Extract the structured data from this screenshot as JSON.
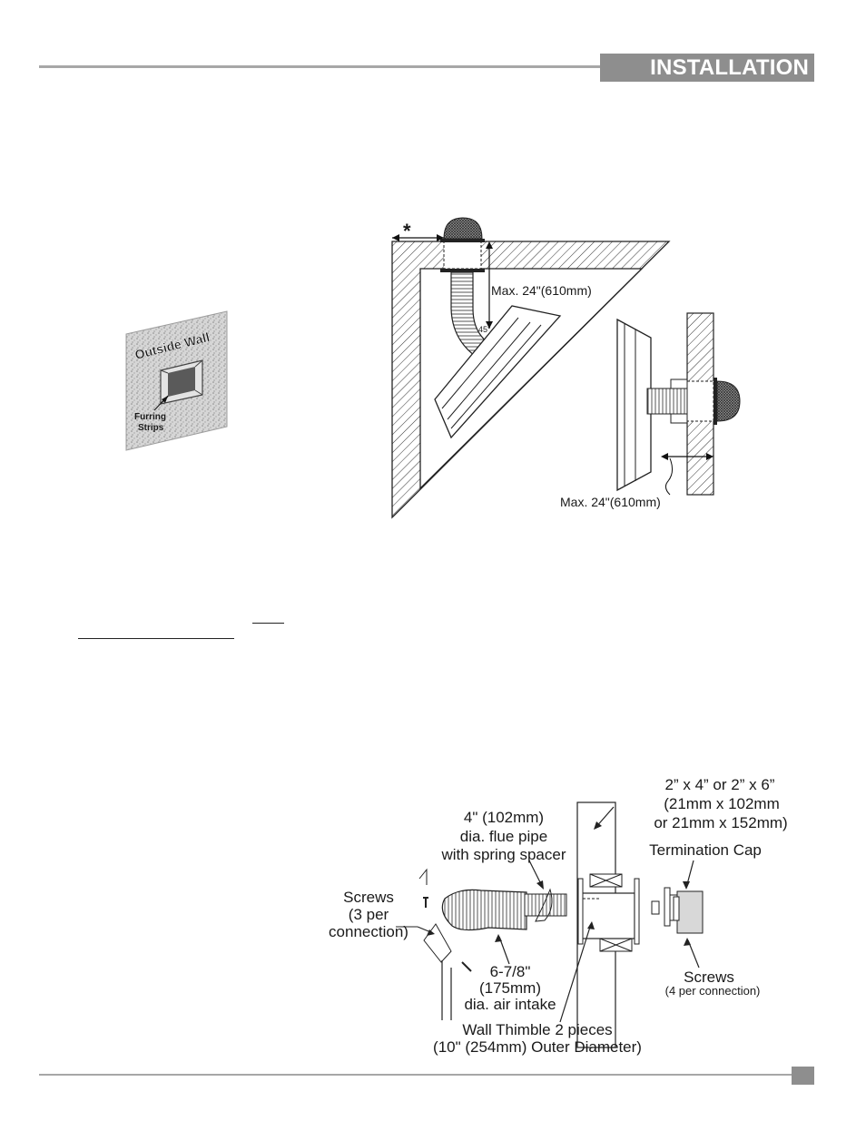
{
  "header": {
    "section_title": "INSTALLATION"
  },
  "outside_wall_figure": {
    "wall_label": "Outside Wall",
    "furring_label_line1": "Furring",
    "furring_label_line2": "Strips"
  },
  "vent_figure": {
    "clearance_marker": "*",
    "corner_max_label": "Max. 24\"(610mm)",
    "angle_label": "45°",
    "rear_max_label": "Max. 24\"(610mm)"
  },
  "exploded_figure": {
    "lumber_line1": "2” x 4” or 2” x 6”",
    "lumber_line2": "(21mm x 102mm",
    "lumber_line3": "or 21mm x 152mm)",
    "flue_line1": "4\" (102mm)",
    "flue_line2": "dia. flue pipe",
    "flue_line3": "with spring spacer",
    "termination_cap": "Termination Cap",
    "screws_left_line1": "Screws",
    "screws_left_line2": "(3 per",
    "screws_left_line3": "connection)",
    "intake_line1": "6-7/8\"",
    "intake_line2": "(175mm)",
    "intake_line3": "dia. air intake",
    "screws_right_line1": "Screws",
    "screws_right_line2": "(4 per connection)",
    "thimble_line1": "Wall Thimble 2 pieces",
    "thimble_line2": "(10\" (254mm) Outer Diameter)"
  },
  "colors": {
    "header_gray": "#8e8e8e",
    "rule_gray": "#a7a7a7"
  }
}
